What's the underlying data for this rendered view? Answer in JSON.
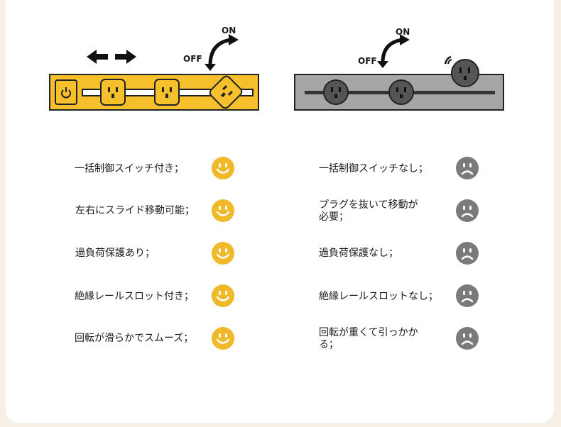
{
  "left": {
    "on_label": "ON",
    "off_label": "OFF",
    "accent_color": "#f5c02c",
    "features": [
      {
        "text": "一括制御スイッチ付き；",
        "face": "smile"
      },
      {
        "text": "左右にスライド移動可能；",
        "face": "smile"
      },
      {
        "text": "過負荷保護あり；",
        "face": "smile"
      },
      {
        "text": "絶縁レールスロット付き；",
        "face": "smile"
      },
      {
        "text": "回転が滑らかでスムーズ；",
        "face": "smile"
      }
    ]
  },
  "right": {
    "on_label": "ON",
    "off_label": "OFF",
    "accent_color": "#a6a6a6",
    "features": [
      {
        "text": "一括制御スイッチなし；",
        "face": "sad"
      },
      {
        "text": "プラグを抜いて移動が\n必要；",
        "face": "sad"
      },
      {
        "text": "過負荷保護なし；",
        "face": "sad"
      },
      {
        "text": "絶縁レールスロットなし；",
        "face": "sad"
      },
      {
        "text": "回転が重くて引っかか\nる；",
        "face": "sad"
      }
    ]
  },
  "icons": [
    "left-right-arrow-icon",
    "power-icon",
    "rotate-arrow-icon",
    "socket-icon",
    "smile-face-icon",
    "sad-face-icon"
  ]
}
